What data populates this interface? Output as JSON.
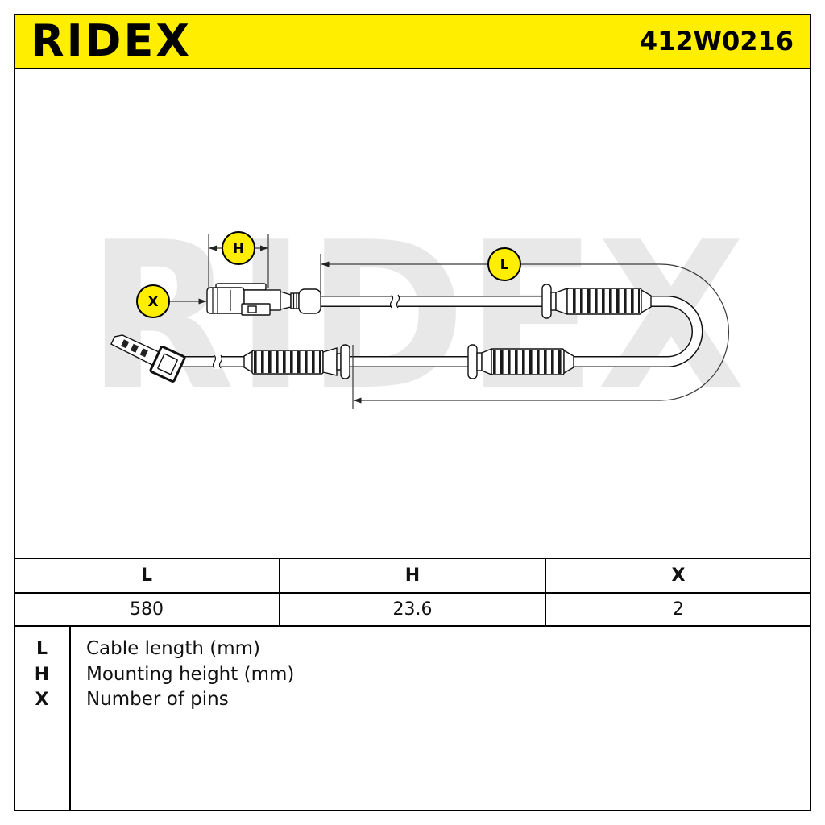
{
  "header": {
    "brand": "RIDEX",
    "part_number": "412W0216"
  },
  "drawing": {
    "watermark": "RIDEX",
    "callout_h": "H",
    "callout_x": "X",
    "callout_l": "L"
  },
  "table": {
    "headers": [
      "L",
      "H",
      "X"
    ],
    "values": [
      "580",
      "23.6",
      "2"
    ]
  },
  "legend": [
    {
      "key": "L",
      "label": "Cable length (mm)"
    },
    {
      "key": "H",
      "label": "Mounting height (mm)"
    },
    {
      "key": "X",
      "label": "Number of pins"
    }
  ],
  "colors": {
    "accent": "#FFEE00",
    "line": "#000000",
    "watermark": "#E8E8E8"
  }
}
